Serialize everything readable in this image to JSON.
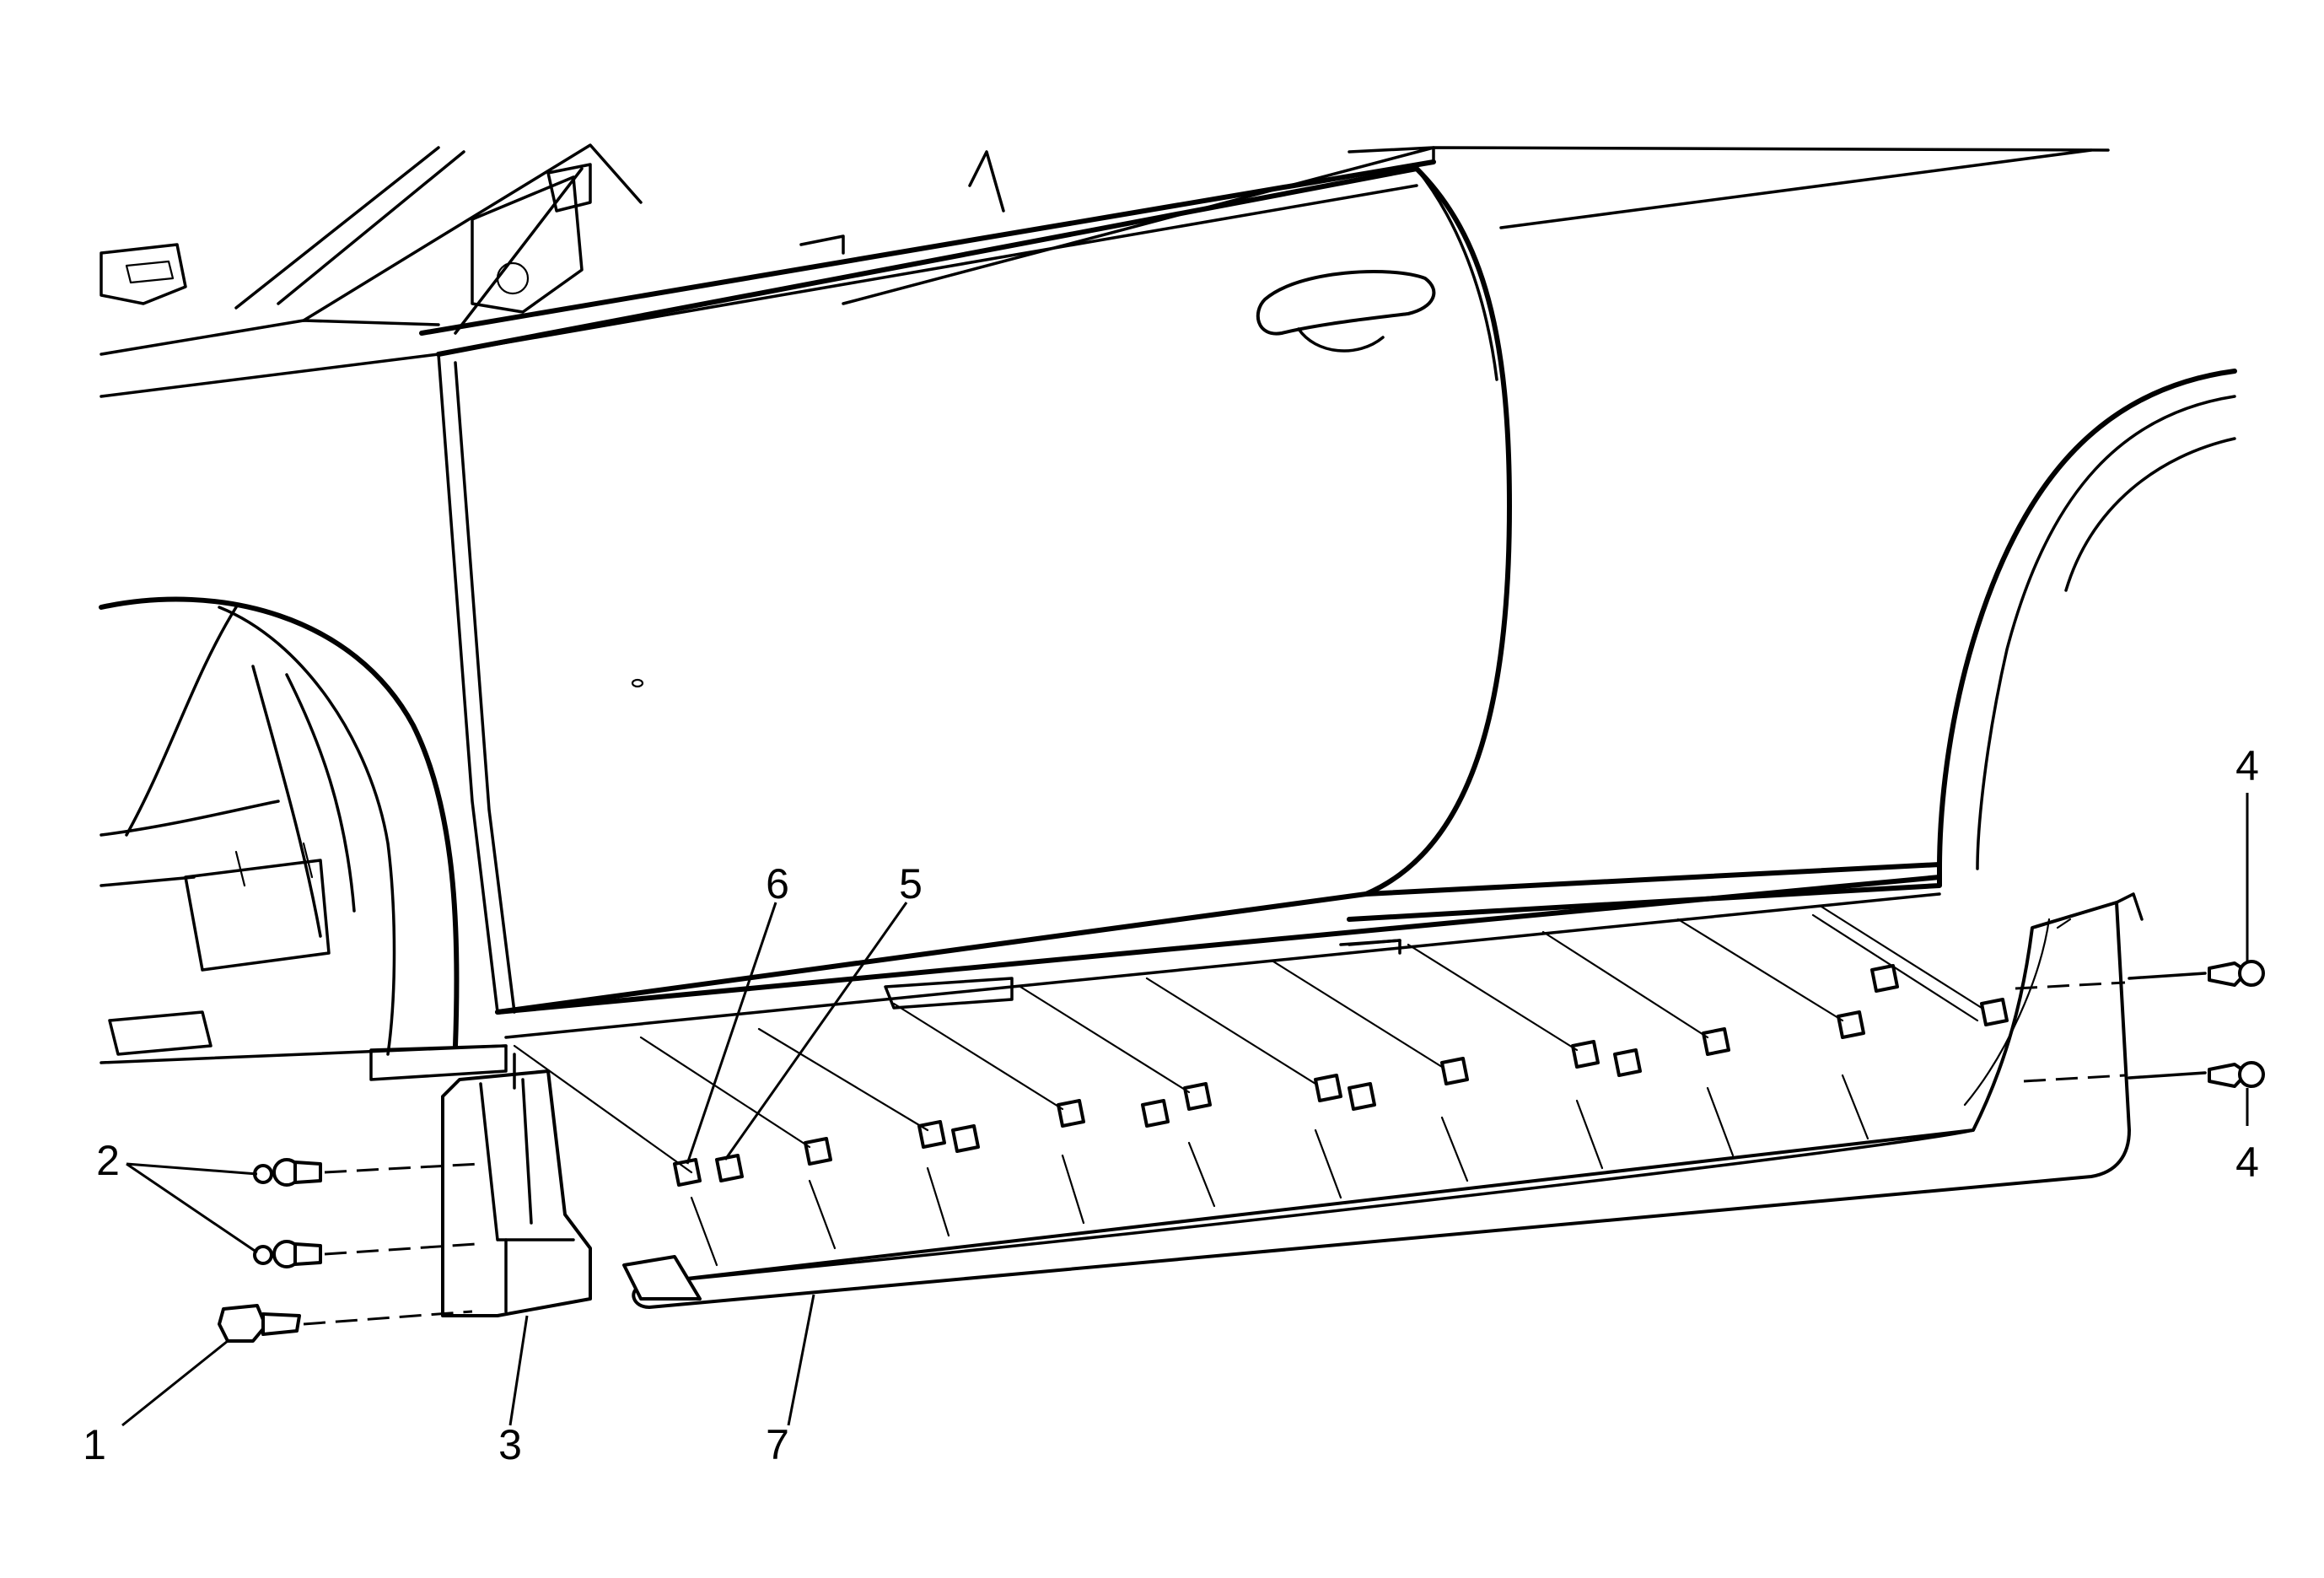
{
  "diagram": {
    "callouts": [
      "1",
      "2",
      "3",
      "4",
      "4",
      "5",
      "6",
      "7"
    ]
  }
}
